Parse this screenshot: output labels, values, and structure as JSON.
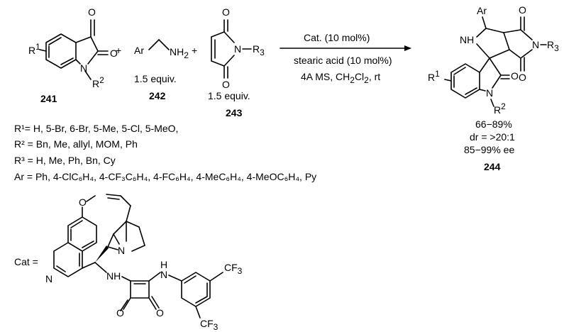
{
  "reaction": {
    "conditions": {
      "catalyst": "Cat. (10 mol%)",
      "additive": "stearic acid (10 mol%)",
      "sieves_and_solvent": "4A MS, CH",
      "solvent_sub": "2",
      "solvent_end": "Cl",
      "solvent_sub2": "2",
      "temperature": ", rt"
    },
    "compounds": {
      "c241": {
        "label": "241",
        "r1": "R",
        "r1_sup": "1",
        "r2": "R",
        "r2_sup": "2",
        "N": "N",
        "O1": "O",
        "O2": "O"
      },
      "c242": {
        "label": "242",
        "equiv": "1.5 equiv.",
        "Ar": "Ar",
        "NH2": "NH",
        "NH2_sub": "2"
      },
      "c243": {
        "label": "243",
        "equiv": "1.5 equiv.",
        "N": "N",
        "R3": "R",
        "R3_sub": "3",
        "O1": "O",
        "O2": "O"
      },
      "c244": {
        "label": "244",
        "Ar": "Ar",
        "NH": "NH",
        "N_imide": "N",
        "R3": "R",
        "R3_sub": "3",
        "O_a": "O",
        "O_b": "O",
        "O_c": "O",
        "N_lactam": "N",
        "R1": "R",
        "R1_sup": "1",
        "R2": "R",
        "R2_sup": "2",
        "yield": "66−89%",
        "dr": "dr = >20:1",
        "ee": "85−99% ee"
      }
    },
    "plus": "+",
    "substituents": {
      "r1_line": "R¹= H, 5-Br, 6-Br, 5-Me, 5-Cl, 5-MeO,",
      "r2_line": "R² = Bn, Me, allyl, MOM, Ph",
      "r3_line": "R³ = H, Me, Ph, Bn, Cy",
      "ar_line": "Ar = Ph, 4-ClC₆H₄, 4-CF₃C₆H₄, 4-FC₆H₄, 4-MeC₆H₄, 4-MeOC₆H₄, Py"
    },
    "catalyst_structure": {
      "label": "Cat =",
      "O": "O",
      "N_quinoline": "N",
      "N_quinuclidine": "N",
      "NH1": "NH",
      "H2": "H",
      "N2": "N",
      "CF3_top": "CF",
      "CF3_top_sub": "3",
      "CF3_bottom": "CF",
      "CF3_bottom_sub": "3",
      "O_a": "O",
      "O_b": "O"
    }
  }
}
